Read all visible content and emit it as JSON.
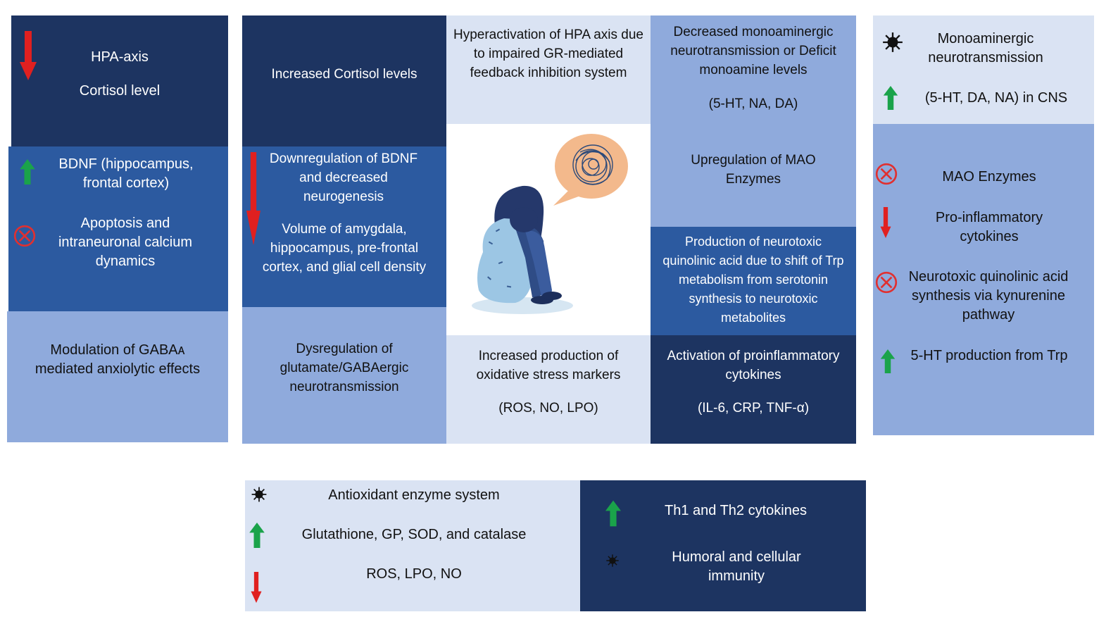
{
  "colors": {
    "dark": "#1d3461",
    "mid": "#2c5aa0",
    "light": "#8faadc",
    "pale": "#dae3f3",
    "arrow_up": "#1aa34a",
    "arrow_down": "#e02020",
    "inhibit": "#e03030"
  },
  "icons": {
    "increase": "green-up-arrow-icon",
    "decrease": "red-down-arrow-icon",
    "inhibit": "circled-x-icon",
    "modulate": "asterisk-burst-icon"
  },
  "col1": {
    "top": {
      "line1": "HPA-axis",
      "line2": "Cortisol level"
    },
    "middle": {
      "bdnf": "BDNF (hippocampus, frontal cortex)",
      "apoptosis": "Apoptosis and intraneuronal calcium dynamics"
    },
    "bottom": "Modulation of GABAᴀ mediated anxiolytic effects"
  },
  "col2": {
    "top": "Increased Cortisol levels",
    "middle": {
      "bdnf": "Downregulation of BDNF and decreased neurogenesis",
      "volume": "Volume of amygdala, hippocampus, pre-frontal cortex, and glial cell density"
    },
    "bottom": "Dysregulation of glutamate/GABAergic neurotransmission"
  },
  "col3": {
    "top": "Hyperactivation of HPA axis due to impaired GR-mediated feedback inhibition system",
    "bottom": {
      "line1": "Increased production of oxidative stress markers",
      "line2": "(ROS, NO, LPO)"
    }
  },
  "col4": {
    "top": {
      "line1": "Decreased monoaminergic neurotransmission or Deficit monoamine levels",
      "line2": "(5-HT, NA, DA)"
    },
    "mao": "Upregulation of MAO Enzymes",
    "quinolinic": "Production of neurotoxic quinolinic acid due to shift of Trp metabolism from serotonin synthesis to neurotoxic metabolites",
    "bottom": {
      "line1": "Activation of proinflammatory cytokines",
      "line2": "(IL-6, CRP, TNF-α)"
    }
  },
  "col5": {
    "top": {
      "line1": "Monoaminergic neurotransmission",
      "line2": "(5-HT, DA, NA) in CNS"
    },
    "items": [
      "MAO Enzymes",
      "Pro-inflammatory cytokines",
      "Neurotoxic quinolinic acid synthesis via kynurenine pathway",
      "5-HT production from Trp"
    ]
  },
  "bottom_left": {
    "line1": "Antioxidant enzyme system",
    "line2": "Glutathione, GP, SOD, and catalase",
    "line3": "ROS, LPO, NO"
  },
  "bottom_right": {
    "line1": "Th1 and Th2 cytokines",
    "line2": "Humoral and cellular immunity"
  }
}
